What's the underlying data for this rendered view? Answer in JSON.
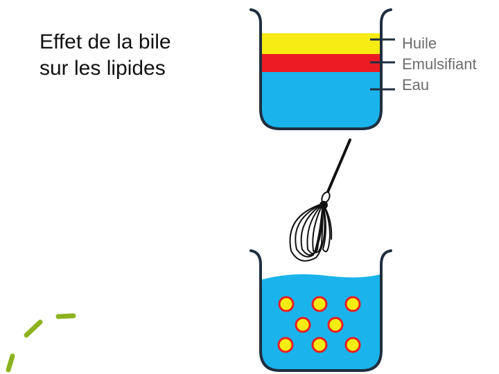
{
  "title": {
    "line1": "Effet de la bile",
    "line2": "sur les lipides"
  },
  "top_beaker": {
    "layers": [
      {
        "label": "Huile",
        "color": "#f7ec13"
      },
      {
        "label": "Emulsifiant",
        "color": "#ec1c24"
      },
      {
        "label": "Eau",
        "color": "#1ab3ec"
      }
    ]
  },
  "bottom_beaker": {
    "water_color": "#1ab3ec",
    "droplet_fill": "#f7ec13",
    "droplet_ring": "#ec1c24",
    "droplet_count": 8
  },
  "colors": {
    "outline": "#1f2f3f",
    "whisk": "#111111",
    "decoration": "#8cb31e",
    "label_text": "#6b6b6b"
  },
  "icons": [
    "whisk-icon",
    "beaker-icon",
    "dashed-arc-decoration"
  ]
}
